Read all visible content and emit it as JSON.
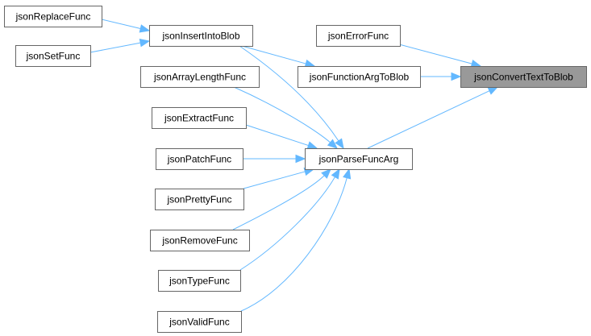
{
  "diagram": {
    "type": "call-graph",
    "colors": {
      "edge": "#63b8ff",
      "node_border": "#666666",
      "node_fill": "#ffffff",
      "focus_fill": "#999999"
    },
    "nodes": {
      "jsonConvertTextToBlob": "jsonConvertTextToBlob",
      "jsonErrorFunc": "jsonErrorFunc",
      "jsonFunctionArgToBlob": "jsonFunctionArgToBlob",
      "jsonParseFuncArg": "jsonParseFuncArg",
      "jsonInsertIntoBlob": "jsonInsertIntoBlob",
      "jsonReplaceFunc": "jsonReplaceFunc",
      "jsonSetFunc": "jsonSetFunc",
      "jsonArrayLengthFunc": "jsonArrayLengthFunc",
      "jsonExtractFunc": "jsonExtractFunc",
      "jsonPatchFunc": "jsonPatchFunc",
      "jsonPrettyFunc": "jsonPrettyFunc",
      "jsonRemoveFunc": "jsonRemoveFunc",
      "jsonTypeFunc": "jsonTypeFunc",
      "jsonValidFunc": "jsonValidFunc"
    },
    "focus_node": "jsonConvertTextToBlob",
    "edges": [
      {
        "from": "jsonErrorFunc",
        "to": "jsonConvertTextToBlob"
      },
      {
        "from": "jsonFunctionArgToBlob",
        "to": "jsonConvertTextToBlob"
      },
      {
        "from": "jsonParseFuncArg",
        "to": "jsonConvertTextToBlob"
      },
      {
        "from": "jsonInsertIntoBlob",
        "to": "jsonFunctionArgToBlob"
      },
      {
        "from": "jsonInsertIntoBlob",
        "to": "jsonParseFuncArg"
      },
      {
        "from": "jsonReplaceFunc",
        "to": "jsonInsertIntoBlob"
      },
      {
        "from": "jsonSetFunc",
        "to": "jsonInsertIntoBlob"
      },
      {
        "from": "jsonArrayLengthFunc",
        "to": "jsonParseFuncArg"
      },
      {
        "from": "jsonExtractFunc",
        "to": "jsonParseFuncArg"
      },
      {
        "from": "jsonPatchFunc",
        "to": "jsonParseFuncArg"
      },
      {
        "from": "jsonPrettyFunc",
        "to": "jsonParseFuncArg"
      },
      {
        "from": "jsonRemoveFunc",
        "to": "jsonParseFuncArg"
      },
      {
        "from": "jsonTypeFunc",
        "to": "jsonParseFuncArg"
      },
      {
        "from": "jsonValidFunc",
        "to": "jsonParseFuncArg"
      }
    ]
  }
}
